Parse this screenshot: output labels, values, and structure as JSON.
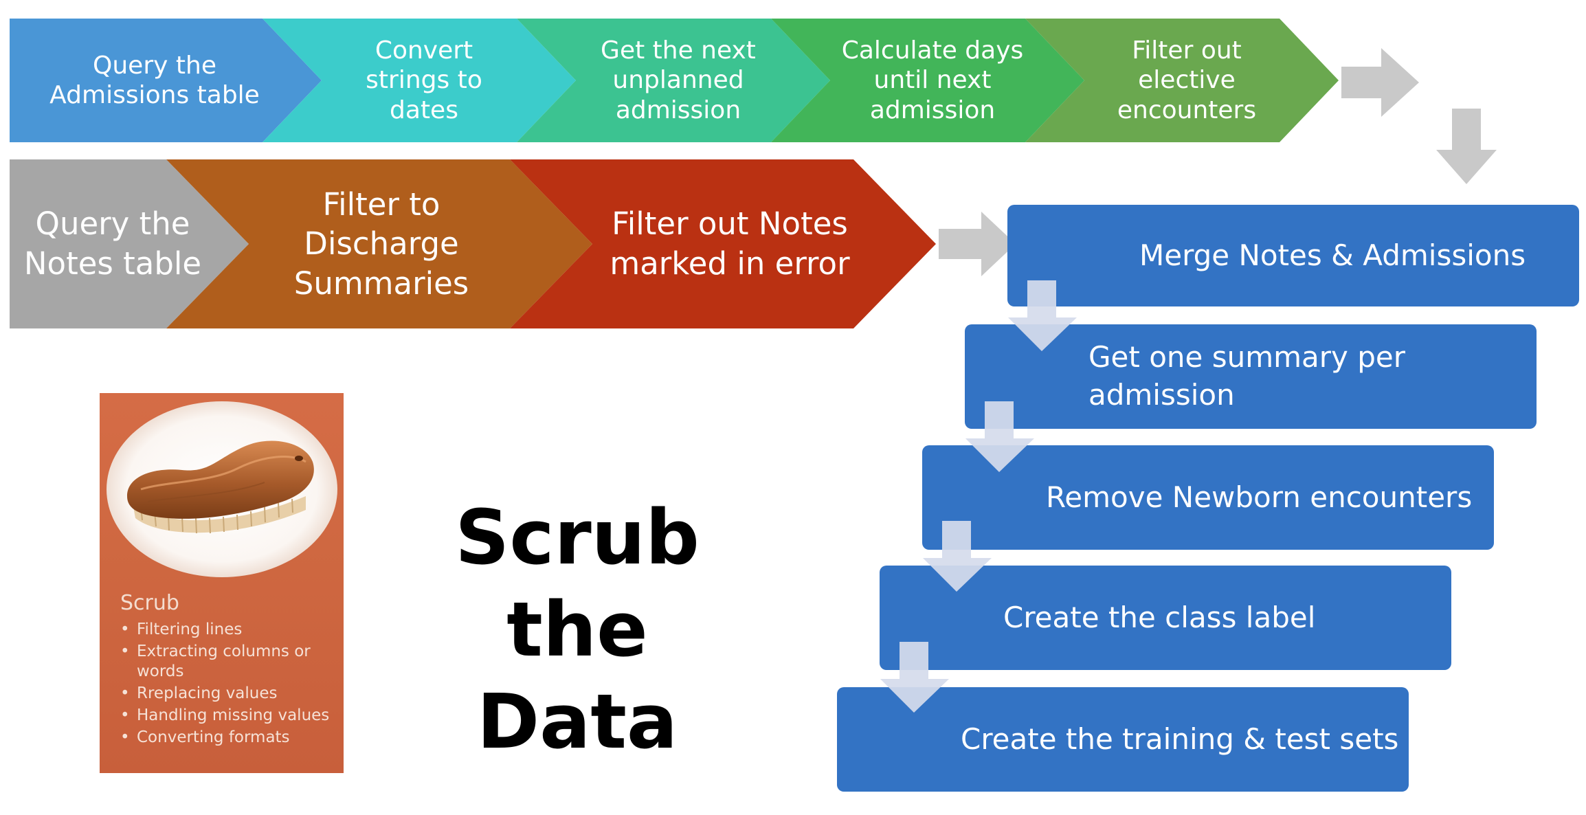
{
  "title": {
    "lines": [
      "Scrub the",
      "Data"
    ]
  },
  "top_row": [
    {
      "lines": [
        "Query the",
        "Admissions table"
      ],
      "color": "#4a96d6"
    },
    {
      "lines": [
        "Convert",
        "strings to",
        "dates"
      ],
      "color": "#3ccccb"
    },
    {
      "lines": [
        "Get the next",
        "unplanned",
        "admission"
      ],
      "color": "#3cc391"
    },
    {
      "lines": [
        "Calculate days",
        "until next",
        "admission"
      ],
      "color": "#42b559"
    },
    {
      "lines": [
        "Filter out",
        "elective",
        "encounters"
      ],
      "color": "#6aa84f"
    }
  ],
  "second_row": [
    {
      "lines": [
        "Query the",
        "Notes table"
      ],
      "color": "#a6a6a6"
    },
    {
      "lines": [
        "Filter to",
        "Discharge",
        "Summaries"
      ],
      "color": "#b05e1c"
    },
    {
      "lines": [
        "Filter out Notes",
        "marked in error"
      ],
      "color": "#ba3112"
    }
  ],
  "steps": [
    {
      "lines": [
        "Merge Notes & Admissions"
      ]
    },
    {
      "lines": [
        "Get one summary per",
        "admission"
      ]
    },
    {
      "lines": [
        "Remove Newborn encounters"
      ]
    },
    {
      "lines": [
        "Create the class label"
      ]
    },
    {
      "lines": [
        "Create the training & test sets"
      ]
    }
  ],
  "scrub_card": {
    "heading": "Scrub",
    "items": [
      "Filtering lines",
      "Extracting columns or words",
      "Rreplacing values",
      "Handling missing values",
      "Converting formats"
    ]
  },
  "colors": {
    "step_box": "#3373c4",
    "connector_arrow": "#c9c9c9",
    "step_arrow": "#d5dcec"
  }
}
